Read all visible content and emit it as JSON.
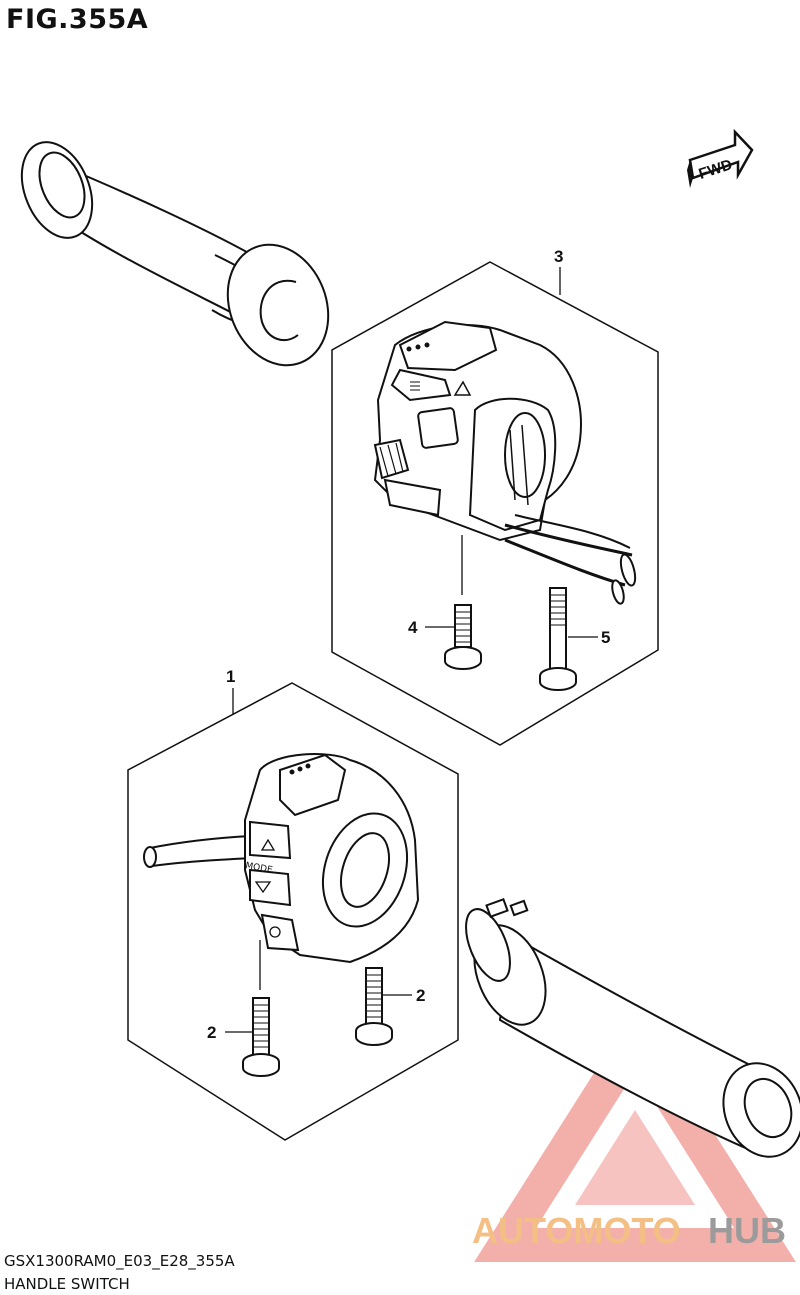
{
  "figure": {
    "title": "FIG.355A"
  },
  "direction_label": "FWD",
  "callouts": {
    "switch_left_assy": "1",
    "screw_left_a": "2",
    "screw_left_b": "2",
    "switch_right_assy": "3",
    "screw_right_short": "4",
    "screw_right_long": "5"
  },
  "switch_markings": {
    "mode": "MODE"
  },
  "footer": {
    "code": "GSX1300RAM0_E03_E28_355A",
    "name": "HANDLE SWITCH"
  },
  "watermark": {
    "part1": "AUTOMOTO",
    "part2": "HUB",
    "color_primary": "#f2a29c",
    "color_secondary": "#f6c184",
    "color_dark": "#8a8a8a"
  }
}
